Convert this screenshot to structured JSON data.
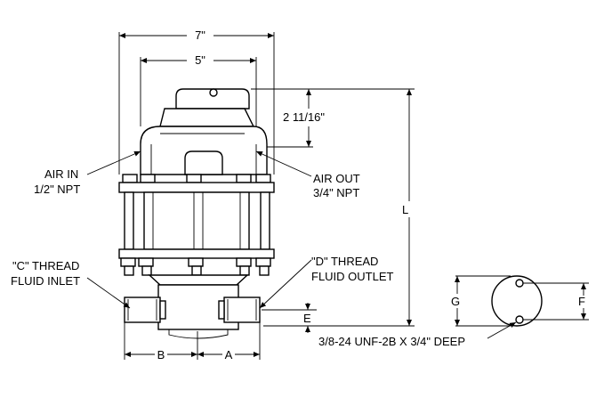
{
  "dimensions": {
    "overall_width": "7\"",
    "inner_width": "5\"",
    "top_height": "2 11/16\"",
    "overall_length": "L",
    "port_offset": "E",
    "left_offset": "B",
    "right_offset": "A",
    "end_g": "G",
    "end_f": "F"
  },
  "callouts": {
    "air_in_line1": "AIR IN",
    "air_in_line2": "1/2\" NPT",
    "air_out_line1": "AIR OUT",
    "air_out_line2": "3/4\" NPT",
    "c_thread_line1": "\"C\" THREAD",
    "c_thread_line2": "FLUID INLET",
    "d_thread_line1": "\"D\" THREAD",
    "d_thread_line2": "FLUID OUTLET",
    "mount_holes": "3/8-24 UNF-2B X 3/4\" DEEP"
  }
}
